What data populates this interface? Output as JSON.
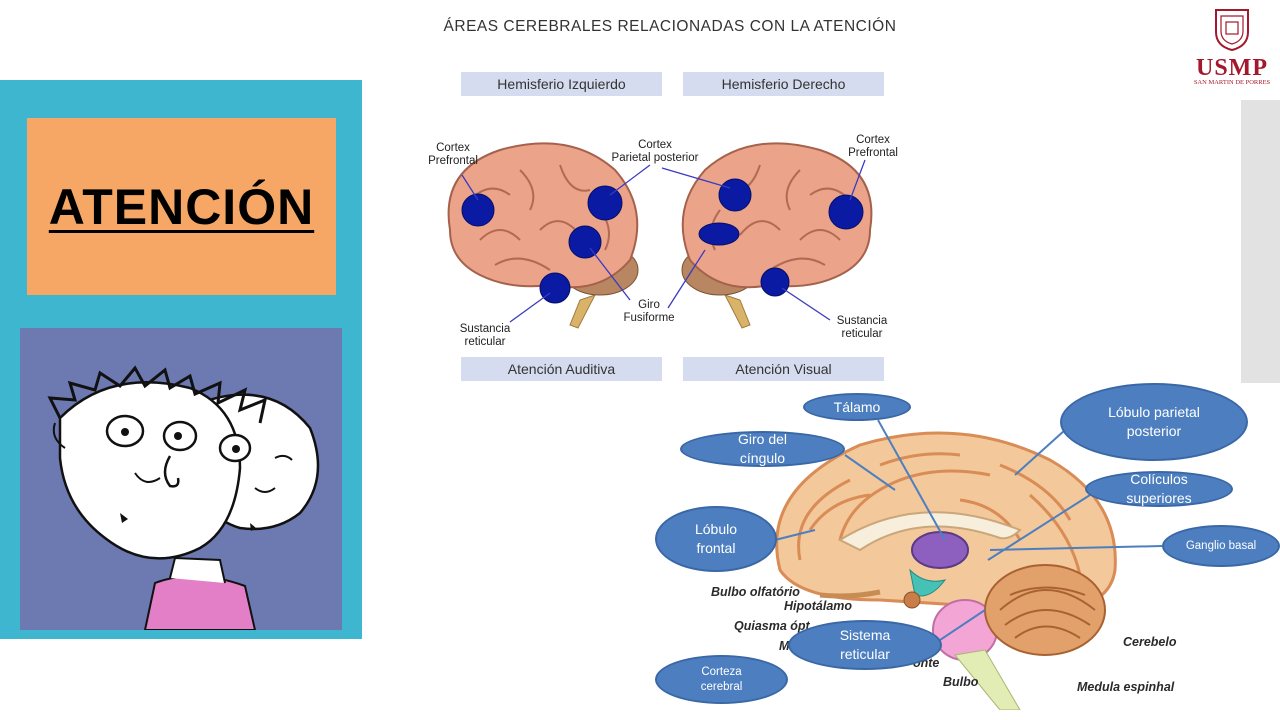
{
  "left_panel": {
    "title": "ATENCIÓN"
  },
  "logo": {
    "name": "USMP",
    "sub": "SAN MARTIN DE PORRES"
  },
  "top_diagram": {
    "title": "ÁREAS CEREBRALES RELACIONADAS CON LA ATENCIÓN",
    "headers": [
      "Hemisferio Izquierdo",
      "Hemisferio Derecho"
    ],
    "footers": [
      "Atención Auditiva",
      "Atención Visual"
    ],
    "labels": {
      "cortex_pref_left": "Cortex\nPrefrontal",
      "cortex_parietal": "Cortex\nParietal posterior",
      "cortex_pref_right": "Cortex\nPrefrontal",
      "giro_fusiforme": "Giro\nFusiforme",
      "sustancia_left": "Sustancia\nreticular",
      "sustancia_right": "Sustancia\nreticular"
    }
  },
  "bottom_diagram": {
    "callouts": {
      "talamo": "Tálamo",
      "giro_cingulo": "Giro del\ncíngulo",
      "lobulo_parietal": "Lóbulo parietal\nposterior",
      "coliculos": "Colículos\nsuperiores",
      "lobulo_frontal": "Lóbulo\nfrontal",
      "ganglio_basal": "Ganglio basal",
      "sistema_reticular": "Sistema\nreticular",
      "corteza_cerebral": "Corteza\ncerebral"
    },
    "anatomy_labels": {
      "bulbo_olfatorio": "Bulbo olfatório",
      "hipotalamo": "Hipotálamo",
      "quiasma": "Quiasma ópt",
      "m": "M",
      "onte": "onte",
      "bulbo": "Bulbo",
      "cerebelo": "Cerebelo",
      "medula": "Medula espinhal"
    }
  },
  "colors": {
    "left_panel": "#3fb6cf",
    "title_box": "#f6a765",
    "face_box": "#6d7ab2",
    "callout": "#4d7fc0",
    "logo": "#a3182c"
  }
}
